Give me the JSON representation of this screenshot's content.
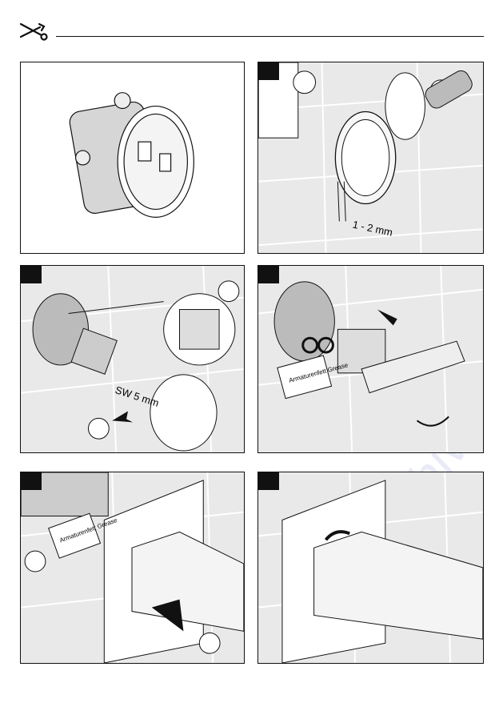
{
  "header": {
    "icon": "tools-icon"
  },
  "panels": [
    {
      "id": 1,
      "step_tab": false
    },
    {
      "id": 2,
      "step_tab": true,
      "gap_label": "1 - 2 mm"
    },
    {
      "id": 3,
      "step_tab": true,
      "wrench_label": "SW 5 mm"
    },
    {
      "id": 4,
      "step_tab": true,
      "grease_label": "Armaturenfett Grease"
    },
    {
      "id": 5,
      "step_tab": true,
      "grease_label": "Armaturenfett Grease"
    },
    {
      "id": 6,
      "step_tab": true
    }
  ],
  "watermark": "manualshive.com",
  "colors": {
    "line": "#111111",
    "wall": "#e9e9e9",
    "tile_line": "#ffffff",
    "watermark": "#96a0dc"
  }
}
